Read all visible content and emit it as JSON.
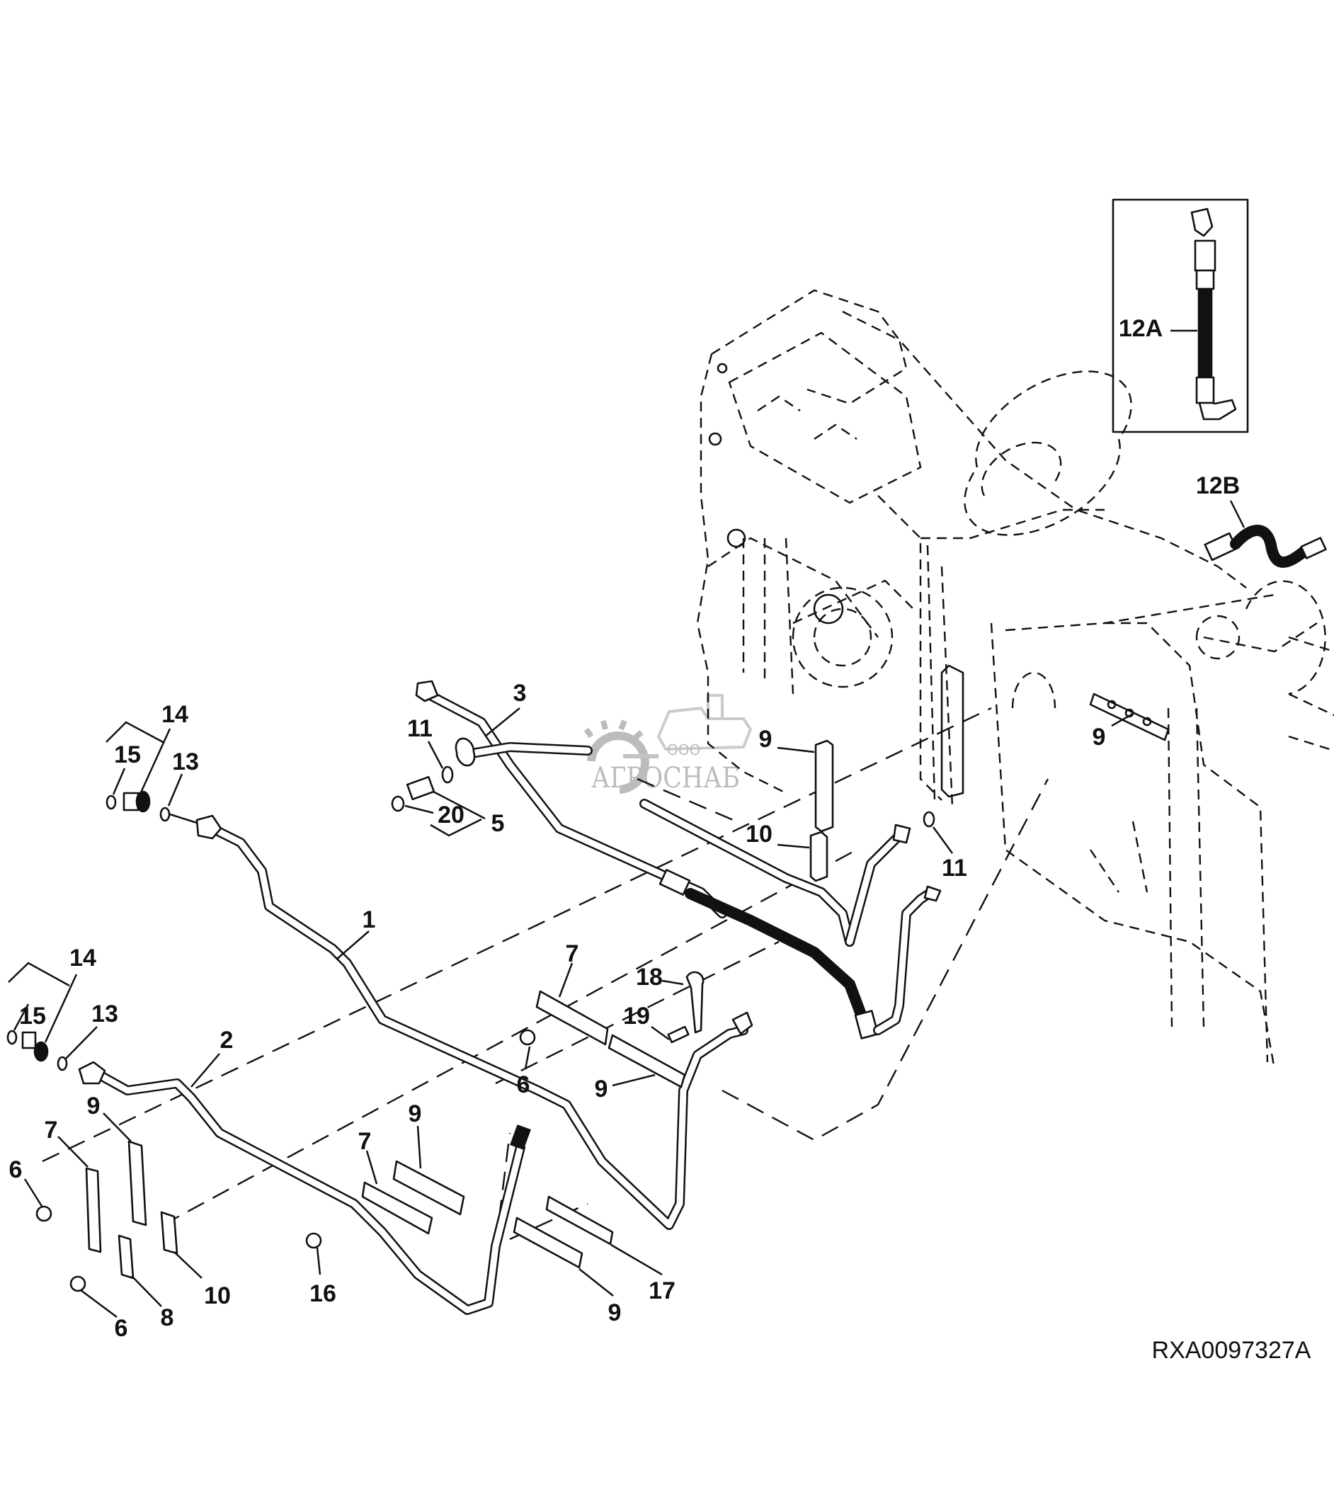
{
  "figure_id": "RXA0097327A",
  "watermark": {
    "prefix": "ООО",
    "name": "АГРОСНАБ",
    "color": "#b5b5b5"
  },
  "inset": {
    "label": "12A"
  },
  "callouts": {
    "c1": "1",
    "c2": "2",
    "c3": "3",
    "c5": "5",
    "c6_mid": "6",
    "c6_left": "6",
    "c6_bottom": "6",
    "c7_mid": "7",
    "c7_left": "7",
    "c7_lower": "7",
    "c8": "8",
    "c9_upper": "9",
    "c9_right": "9",
    "c9_mid": "9",
    "c9_left": "9",
    "c9_lower": "9",
    "c9_bottom": "9",
    "c10_upper": "10",
    "c10_lower": "10",
    "c11_left": "11",
    "c11_right": "11",
    "c12b": "12B",
    "c13_upper": "13",
    "c13_lower": "13",
    "c14_upper": "14",
    "c14_lower": "14",
    "c15_upper": "15",
    "c15_lower": "15",
    "c16": "16",
    "c17": "17",
    "c18": "18",
    "c19": "19",
    "c20": "20"
  }
}
